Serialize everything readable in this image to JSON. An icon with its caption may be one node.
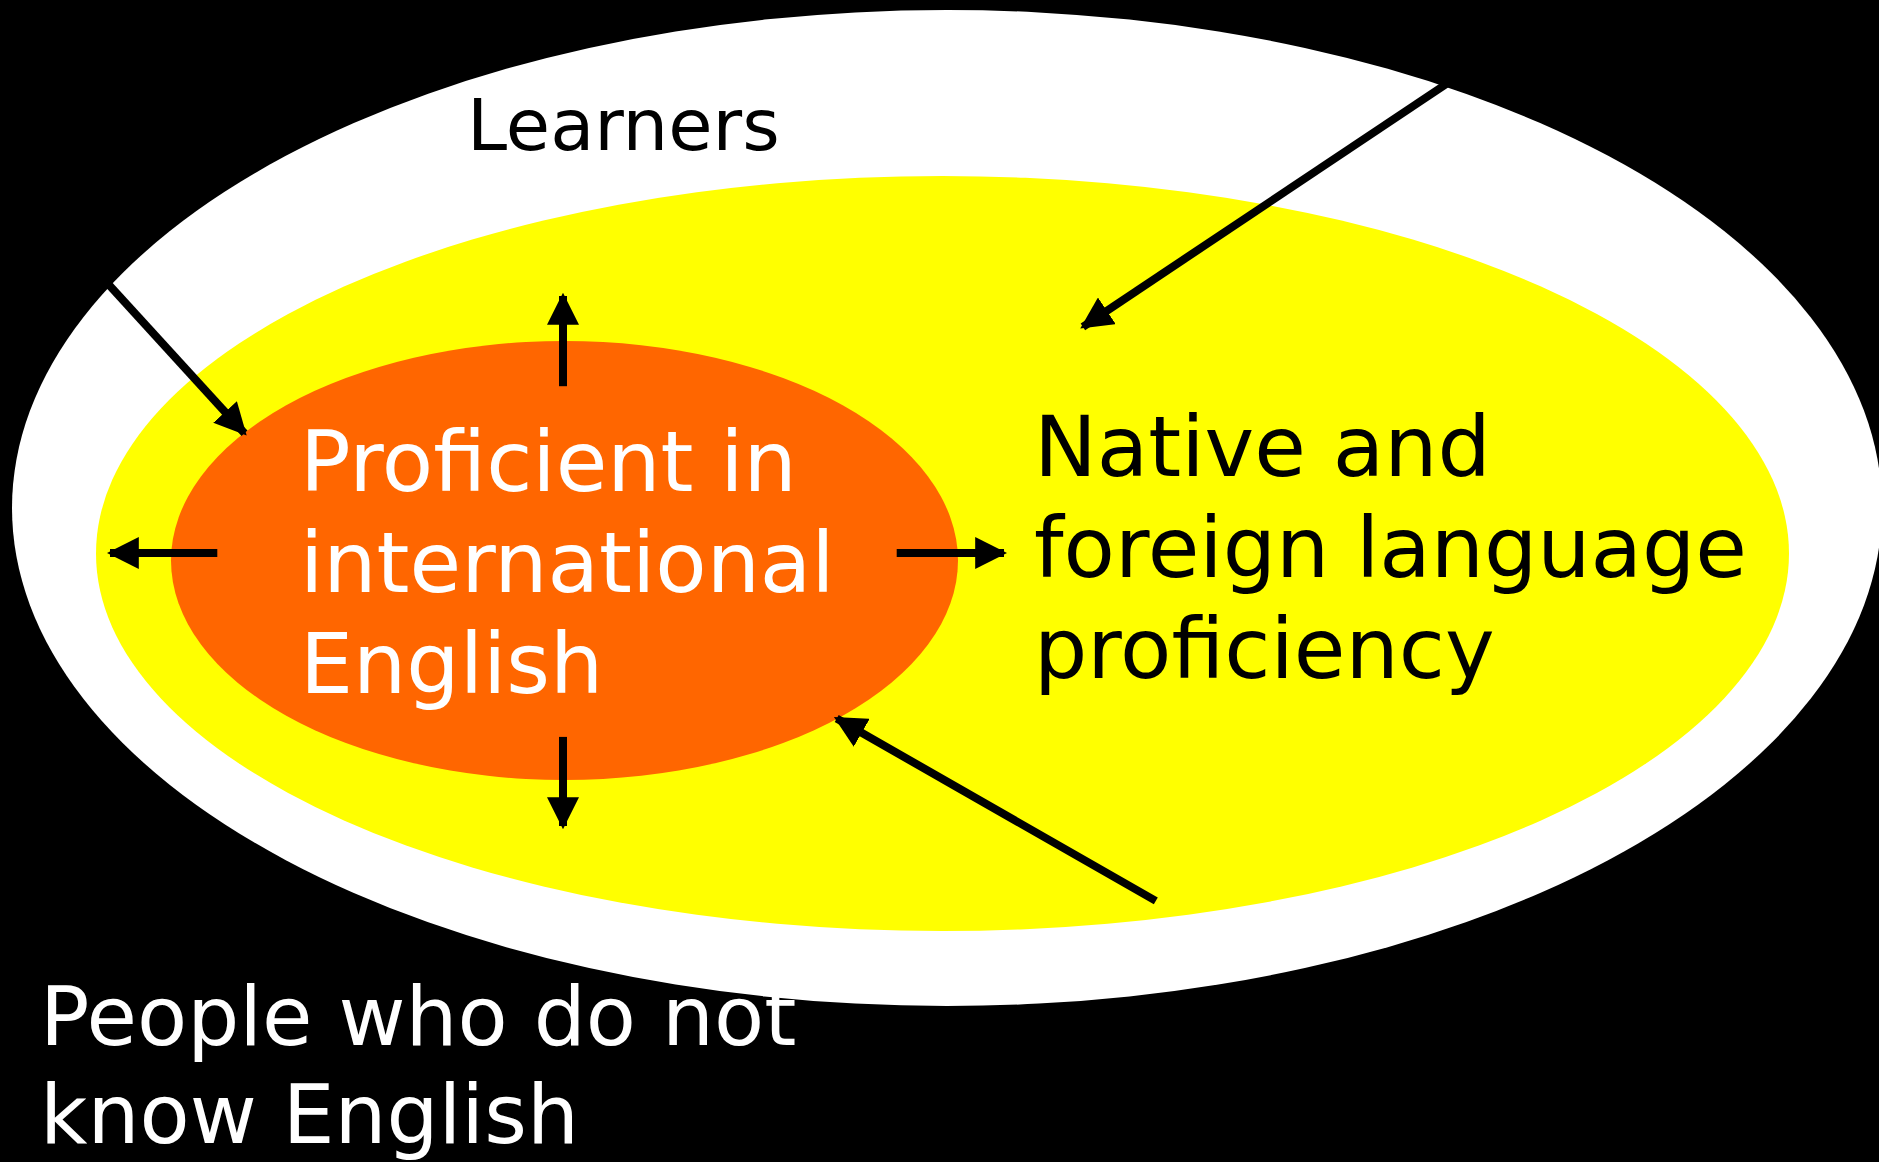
{
  "diagram": {
    "nodes": [
      {
        "text": [
          "Learners"
        ]
      },
      {
        "text": [
          "Native and foreign language proficiency"
        ],
        "in": 0
      },
      {
        "text": [
          "Proficient in international English"
        ],
        "in": 1
      }
    ],
    "edges": [
      {
        "from": null,
        "to": 2,
        "arrow": "to"
      },
      {
        "from": null,
        "to": 1,
        "arrow": "to"
      },
      {
        "from": 1,
        "to": 2,
        "arrow": "to"
      },
      {
        "from": 2,
        "to": null,
        "arrow": "to"
      },
      {
        "from": 2,
        "to": null,
        "arrow": "to"
      },
      {
        "from": 2,
        "to": null,
        "arrow": "to"
      },
      {
        "from": 2,
        "to": null,
        "arrow": "to"
      }
    ],
    "labels": [
      "People who do not know English"
    ]
  }
}
